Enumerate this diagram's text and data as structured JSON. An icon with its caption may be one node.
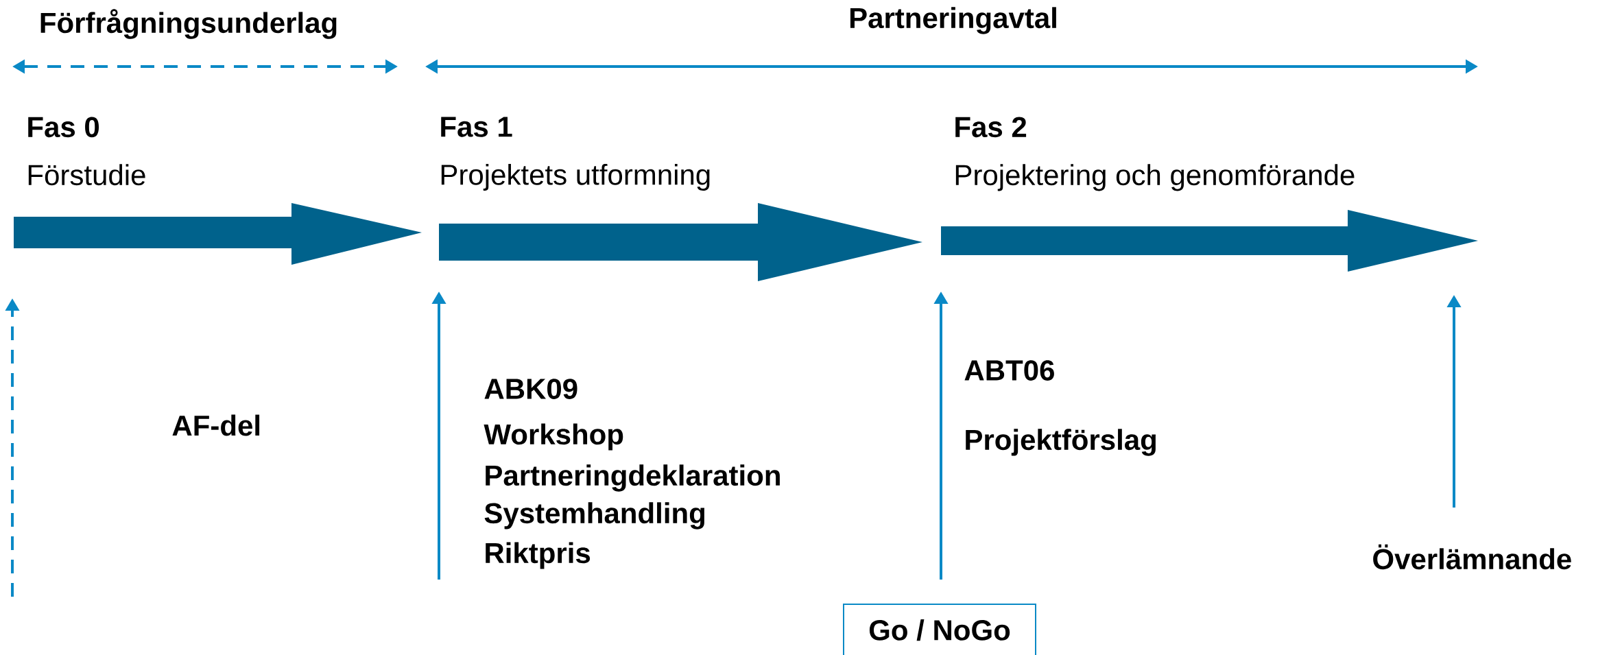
{
  "diagram": {
    "nodes": [
      {
        "text": [
          "Fas 0",
          "Förstudie"
        ]
      },
      {
        "text": [
          "Fas 1",
          "Projektets utformning"
        ]
      },
      {
        "text": [
          "Fas 2",
          "Projektering och genomförande"
        ]
      },
      {
        "text": [
          "Go / NoGo"
        ]
      }
    ],
    "labels": [
      "Förfrågningsunderlag",
      "Partneringavtal",
      "AF-del",
      "ABK09",
      "Workshop",
      "Partneringdeklaration",
      "Systemhandling",
      "Riktpris",
      "ABT06",
      "Projektförslag",
      "Överlämnande"
    ]
  }
}
